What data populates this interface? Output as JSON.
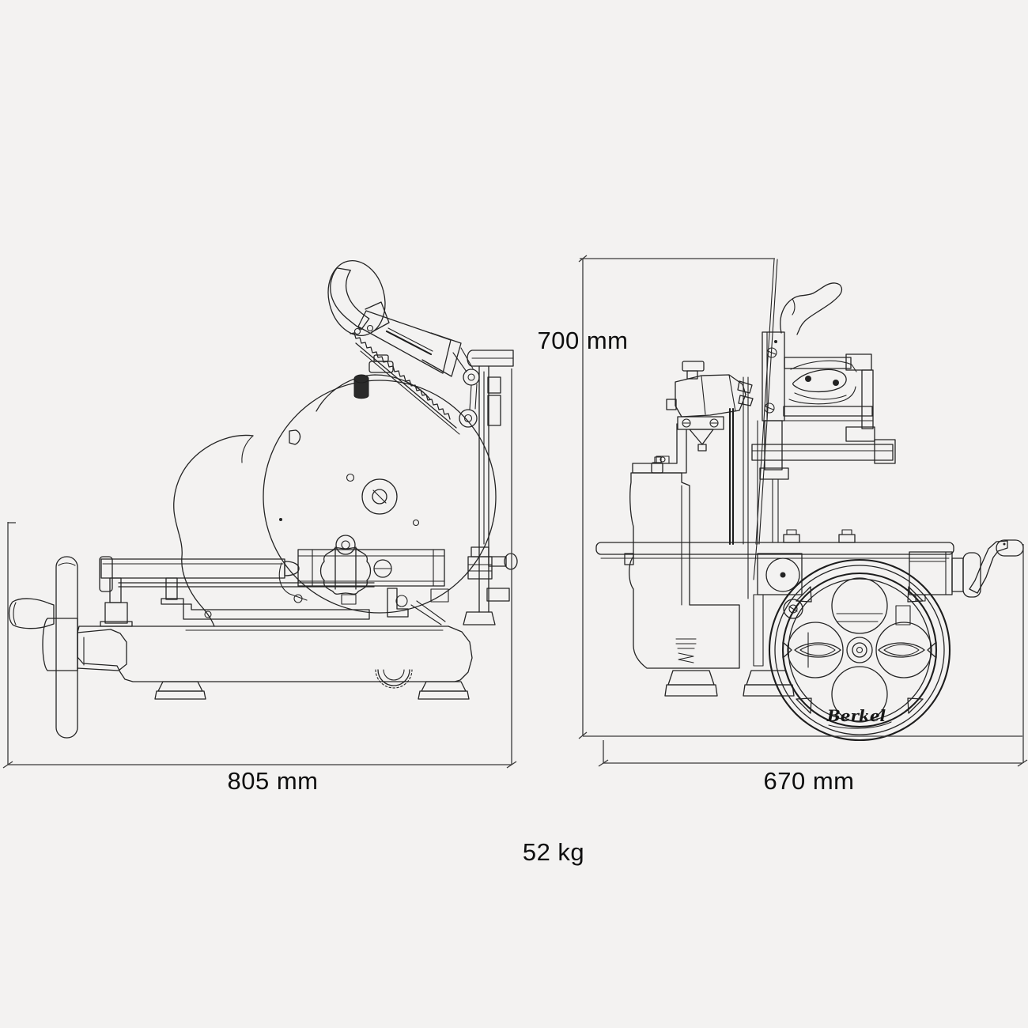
{
  "page": {
    "background_color": "#f3f2f1",
    "line_color": "#242424",
    "text_color": "#0e0e0e",
    "subject": "flywheel slicer technical dimension drawing"
  },
  "labels": {
    "width": "805 mm",
    "height": "700 mm",
    "depth": "670 mm",
    "weight": "52 kg",
    "brand_script": "Berkel"
  },
  "dimensions": {
    "width_mm": 805,
    "height_mm": 700,
    "depth_mm": 670,
    "weight_kg": 52
  }
}
